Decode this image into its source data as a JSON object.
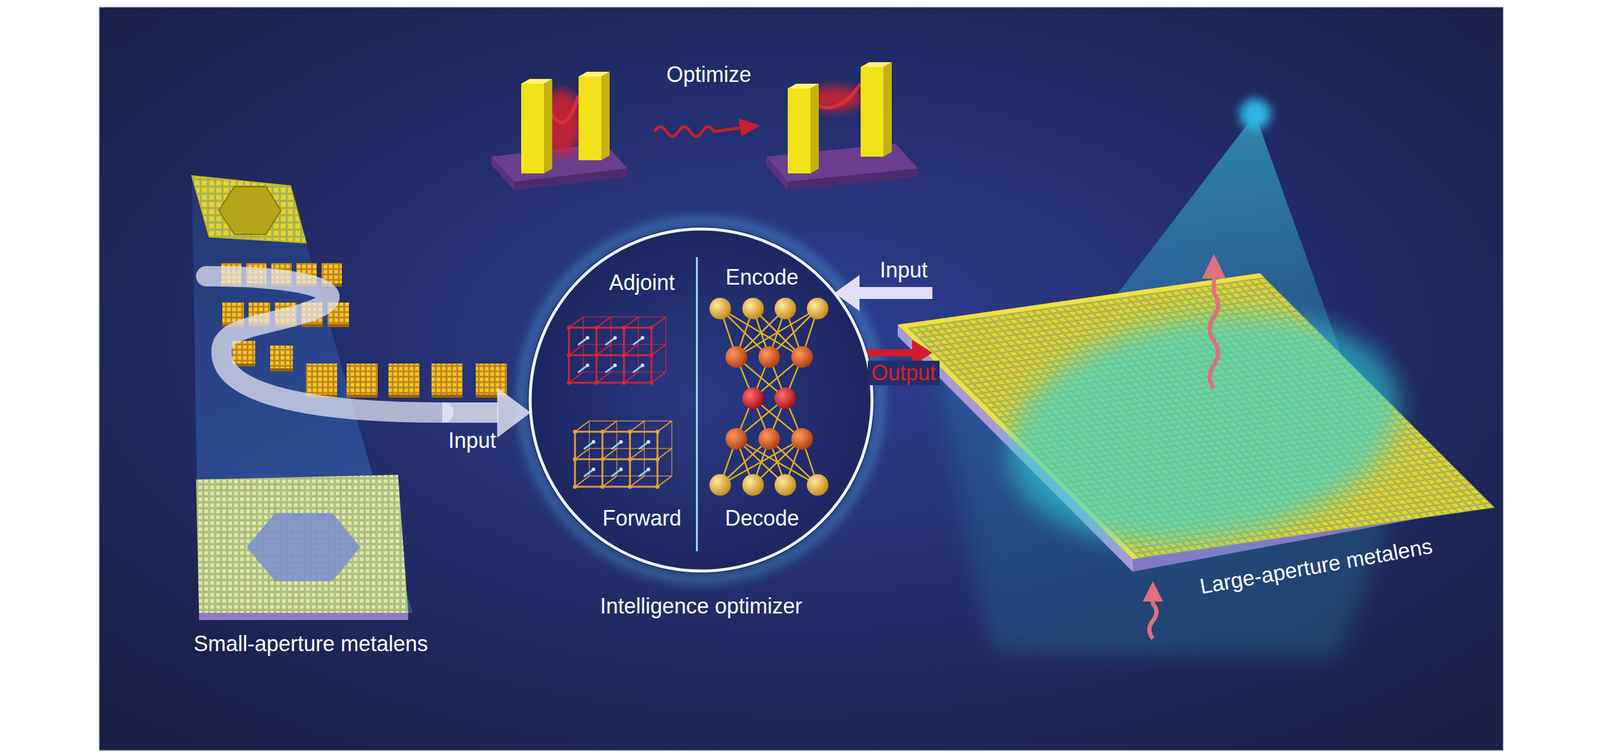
{
  "diagram": {
    "nodes": [
      {
        "text": [
          "Small-aperture metalens"
        ]
      },
      {
        "text": [
          "Adjoint",
          "Encode",
          "Forward",
          "Decode",
          "Intelligence optimizer"
        ]
      },
      {
        "text": [
          "Large-aperture metalens"
        ]
      }
    ],
    "edges": [
      {
        "from": 0,
        "to": 1,
        "arrow": "to",
        "label": "Input"
      },
      {
        "from": 2,
        "to": 1,
        "arrow": "to",
        "label": "Input"
      },
      {
        "from": 1,
        "to": 2,
        "arrow": "to",
        "label": "Output"
      }
    ],
    "labels": [
      "Optimize"
    ]
  }
}
